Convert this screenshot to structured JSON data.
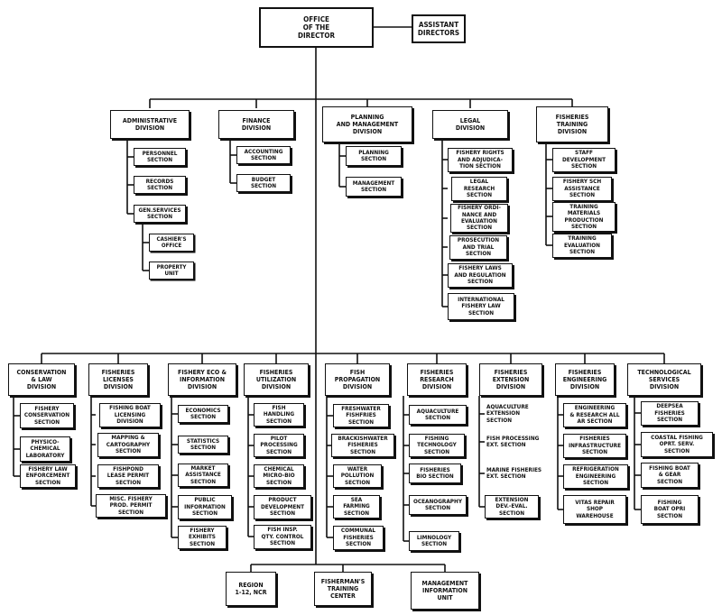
{
  "nodes": [
    {
      "id": "office",
      "text": "OFFICE\nOF THE\nDIRECTOR",
      "cls": "top"
    },
    {
      "id": "asst",
      "text": "ASSISTANT\nDIRECTORS",
      "cls": "top"
    },
    {
      "id": "d_admin",
      "text": "ADMINISTRATIVE\nDIVISION",
      "cls": "div"
    },
    {
      "id": "d_fin",
      "text": "FINANCE\nDIVISION",
      "cls": "div"
    },
    {
      "id": "d_plan",
      "text": "PLANNING\nAND MANAGEMENT\nDIVISION",
      "cls": "div"
    },
    {
      "id": "d_legal",
      "text": "LEGAL\nDIVISION",
      "cls": "div"
    },
    {
      "id": "d_train",
      "text": "FISHERIES\nTRAINING\nDIVISION",
      "cls": "div"
    },
    {
      "id": "a1",
      "text": "PERSONNEL\nSECTION",
      "cls": "unit"
    },
    {
      "id": "a2",
      "text": "RECORDS\nSECTION",
      "cls": "unit"
    },
    {
      "id": "a3",
      "text": "GEN.SERVICES\nSECTION",
      "cls": "unit"
    },
    {
      "id": "a3a",
      "text": "CASHIER'S\nOFFICE",
      "cls": "sub"
    },
    {
      "id": "a3b",
      "text": "PROPERTY\nUNIT",
      "cls": "sub"
    },
    {
      "id": "f1",
      "text": "ACCOUNTING\nSECTION",
      "cls": "unit"
    },
    {
      "id": "f2",
      "text": "BUDGET\nSECTION",
      "cls": "unit"
    },
    {
      "id": "p1",
      "text": "PLANNING\nSECTION",
      "cls": "unit"
    },
    {
      "id": "p2",
      "text": "MANAGEMENT\nSECTION",
      "cls": "unit"
    },
    {
      "id": "l1",
      "text": "FISHERY RIGHTS\nAND ADJUDICA-\nTION SECTION",
      "cls": "unit"
    },
    {
      "id": "l2",
      "text": "LEGAL\nRESEARCH\nSECTION",
      "cls": "unit"
    },
    {
      "id": "l3",
      "text": "FISHERY ORDI-\nNANCE AND\nEVALUATION\nSECTION",
      "cls": "unit"
    },
    {
      "id": "l4",
      "text": "PROSECUTION\nAND TRIAL\nSECTION",
      "cls": "unit"
    },
    {
      "id": "l5",
      "text": "FISHERY LAWS\nAND REGULATION\nSECTION",
      "cls": "unit"
    },
    {
      "id": "l6",
      "text": "INTERNATIONAL\nFISHERY LAW\nSECTION",
      "cls": "unit"
    },
    {
      "id": "t1",
      "text": "STAFF\nDEVELOPMENT\nSECTION",
      "cls": "unit"
    },
    {
      "id": "t2",
      "text": "FISHERY SCH\nASSISTANCE\nSECTION",
      "cls": "unit"
    },
    {
      "id": "t3",
      "text": "TRAINING\nMATERIALS\nPRODUCTION\nSECTION",
      "cls": "unit"
    },
    {
      "id": "t4",
      "text": "TRAINING\nEVALUATION\nSECTION",
      "cls": "unit"
    },
    {
      "id": "d_cons",
      "text": "CONSERVATION\n& LAW\nDIVISION",
      "cls": "div"
    },
    {
      "id": "d_lic",
      "text": "FISHERIES\nLICENSES\nDIVISION",
      "cls": "div"
    },
    {
      "id": "d_eco",
      "text": "FISHERY ECO &\nINFORMATION\nDIVISION",
      "cls": "div"
    },
    {
      "id": "d_util",
      "text": "FISHERIES\nUTILIZATION\nDIVISION",
      "cls": "div"
    },
    {
      "id": "d_prop",
      "text": "FISH\nPROPAGATION\nDIVISION",
      "cls": "div"
    },
    {
      "id": "d_res",
      "text": "FISHERIES\nRESEARCH\nDIVISION",
      "cls": "div"
    },
    {
      "id": "d_ext",
      "text": "FISHERIES\nEXTENSION\nDIVISION",
      "cls": "div"
    },
    {
      "id": "d_eng",
      "text": "FISHERIES\nENGINEERING\nDIVISION",
      "cls": "div"
    },
    {
      "id": "d_tech",
      "text": "TECHNOLOGICAL\nSERVICES\nDIVISION",
      "cls": "div"
    },
    {
      "id": "c1",
      "text": "FISHERY\nCONSERVATION\nSECTION",
      "cls": "unit"
    },
    {
      "id": "c2",
      "text": "PHYSICO-\nCHEMICAL\nLABORATORY",
      "cls": "unit"
    },
    {
      "id": "c3",
      "text": "FISHERY LAW\nENFORCEMENT\nSECTION",
      "cls": "unit"
    },
    {
      "id": "li1",
      "text": "FISHING BOAT\nLICENSING\nDIVISION",
      "cls": "unit"
    },
    {
      "id": "li2",
      "text": "MAPPING &\nCARTOGRAPHY\nSECTION",
      "cls": "unit"
    },
    {
      "id": "li3",
      "text": "FISHPOND\nLEASE PERMIT\nSECTION",
      "cls": "unit"
    },
    {
      "id": "li4",
      "text": "MISC. FISHERY\nPROD. PERMIT\nSECTION",
      "cls": "unit"
    },
    {
      "id": "e1",
      "text": "ECONOMICS\nSECTION",
      "cls": "unit"
    },
    {
      "id": "e2",
      "text": "STATISTICS\nSECTION",
      "cls": "unit"
    },
    {
      "id": "e3",
      "text": "MARKET\nASSISTANCE\nSECTION",
      "cls": "unit"
    },
    {
      "id": "e4",
      "text": "PUBLIC\nINFORMATION\nSECTION",
      "cls": "unit"
    },
    {
      "id": "e5",
      "text": "FISHERY\nEXHIBITS\nSECTION",
      "cls": "unit"
    },
    {
      "id": "u1",
      "text": "FISH\nHANDLING\nSECTION",
      "cls": "unit"
    },
    {
      "id": "u2",
      "text": "PILOT\nPROCESSING\nSECTION",
      "cls": "unit"
    },
    {
      "id": "u3",
      "text": "CHEMICAL\nMICRO-BIO\nSECTION",
      "cls": "unit"
    },
    {
      "id": "u4",
      "text": "PRODUCT\nDEVELOPMENT\nSECTION",
      "cls": "unit"
    },
    {
      "id": "u5",
      "text": "FISH INSP.\nQTY. CONTROL\nSECTION",
      "cls": "unit"
    },
    {
      "id": "pr1",
      "text": "FRESHWATER\nFISHFRIES\nSECTION",
      "cls": "unit"
    },
    {
      "id": "pr2",
      "text": "BRACKISHWATER\nFISHERIES\nSECTION",
      "cls": "unit"
    },
    {
      "id": "pr3",
      "text": "WATER\nPOLLUTION\nSECTION",
      "cls": "unit"
    },
    {
      "id": "pr4",
      "text": "SEA\nFARMING\nSECTION",
      "cls": "unit"
    },
    {
      "id": "pr5",
      "text": "COMMUNAL\nFISHERIES\nSECTION",
      "cls": "unit"
    },
    {
      "id": "r1",
      "text": "AQUACULTURE\nSECTION",
      "cls": "unit"
    },
    {
      "id": "r2",
      "text": "FISHING\nTECHNOLOGY\nSECTION",
      "cls": "unit"
    },
    {
      "id": "r3",
      "text": "FISHERIES\nBIO SECTION",
      "cls": "unit"
    },
    {
      "id": "r4",
      "text": "OCEANOGRAPHY\nSECTION",
      "cls": "unit"
    },
    {
      "id": "r5",
      "text": "LIMNOLOGY\nSECTION",
      "cls": "unit"
    },
    {
      "id": "x1",
      "text": "AQUACULTURE\nEXTENSION\nSECTION",
      "cls": "unit plain"
    },
    {
      "id": "x2",
      "text": "FISH PROCESSING\nEXT. SECTION",
      "cls": "unit plain"
    },
    {
      "id": "x3",
      "text": "MARINE FISHERIES\nEXT. SECTION",
      "cls": "unit plain"
    },
    {
      "id": "x4",
      "text": "EXTENSION\nDEV.-EVAL.\nSECTION",
      "cls": "unit"
    },
    {
      "id": "g1",
      "text": "ENGINEERING\n& RESEARCH ALL\nAR SECTION",
      "cls": "unit"
    },
    {
      "id": "g2",
      "text": "FISHERIES\nINFRASTRUCTURE\nSECTION",
      "cls": "unit"
    },
    {
      "id": "g3",
      "text": "REFRIGERATION\nENGINEERING\nSECTION",
      "cls": "unit"
    },
    {
      "id": "g4",
      "text": "VITAS REPAIR\nSHOP\nWAREHOUSE",
      "cls": "unit"
    },
    {
      "id": "s1",
      "text": "DEEPSEA\nFISHERIES\nSECTION",
      "cls": "unit"
    },
    {
      "id": "s2",
      "text": "COASTAL FISHING\nOPRT. SERV.\nSECTION",
      "cls": "unit"
    },
    {
      "id": "s3",
      "text": "FISHING BOAT\n& GEAR\nSECTION",
      "cls": "unit"
    },
    {
      "id": "s4",
      "text": "FISHING\nBOAT OPRI\nSECTION",
      "cls": "unit"
    },
    {
      "id": "b1",
      "text": "REGION\n1-12, NCR",
      "cls": "div"
    },
    {
      "id": "b2",
      "text": "FISHERMAN'S\nTRAINING\nCENTER",
      "cls": "div"
    },
    {
      "id": "b3",
      "text": "MANAGEMENT\nINFORMATION\nUNIT",
      "cls": "div"
    }
  ]
}
